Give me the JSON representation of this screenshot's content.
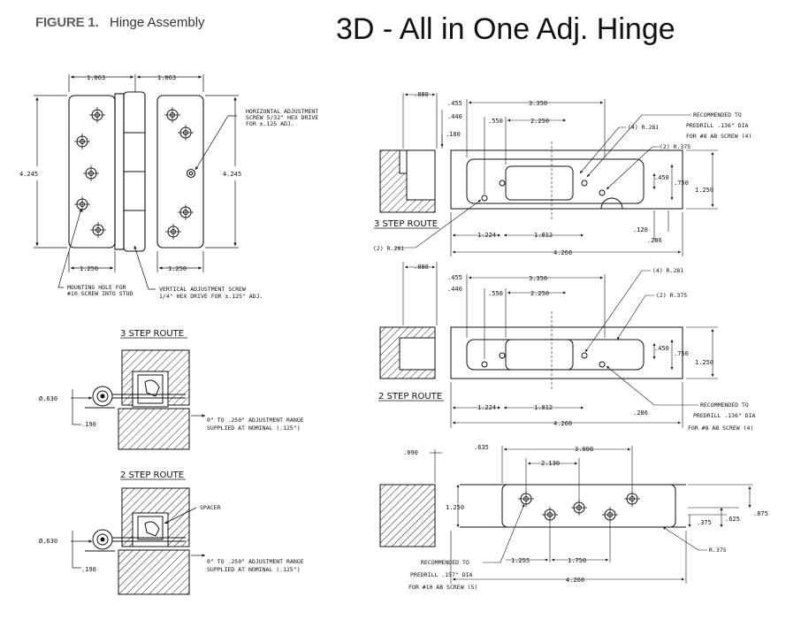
{
  "header": {
    "figure_label": "FIGURE 1.",
    "figure_title": "Hinge Assembly",
    "main_title": "3D - All in One Adj. Hinge"
  },
  "hinge": {
    "dim_leaf_width_left": "1.863",
    "dim_leaf_width_right": "1.863",
    "dim_height_left": "4.245",
    "dim_height_right": "4.245",
    "dim_bottom_left": "1.250",
    "dim_bottom_right": "1.250",
    "note_horizontal": [
      "HORIZONTAL ADJUSTMENT",
      "SCREW 5/32\" HEX DRIVE",
      "FOR ±.125 ADJ."
    ],
    "note_mounting": [
      "MOUNTING HOLE FOR",
      "#10 SCREW INTO STUD"
    ],
    "note_vertical": [
      "VERTICAL ADJUSTMENT SCREW",
      "1/4\" HEX DRIVE FOR ±.125\" ADJ."
    ]
  },
  "sections": {
    "three_step": {
      "title": "3 STEP ROUTE",
      "dia": "Ø.630",
      "offset": ".190",
      "range": [
        "0\" TO .250\" ADJUSTMENT RANGE",
        "SUPPLIED AT NOMINAL (.125\")"
      ]
    },
    "two_step": {
      "title": "2 STEP ROUTE",
      "spacer": "SPACER",
      "dia": "Ø.630",
      "offset": ".190",
      "range": [
        "0\" TO .250\" ADJUSTMENT RANGE",
        "SUPPLIED AT NOMINAL (.125\")"
      ]
    }
  },
  "routes": {
    "three_step": {
      "label": "3 STEP ROUTE",
      "d_880": ".880",
      "d_455": ".455",
      "d_440": ".440",
      "d_180": ".180",
      "d_550": ".550",
      "d_3350": "3.350",
      "d_2250": "2.250",
      "r_281": "(4) R.281",
      "r_375": "(2) R.375",
      "r_281b": "(2) R.281",
      "d_450": ".450",
      "d_750": ".750",
      "d_1250": "1.250",
      "d_1224": "1.224",
      "d_1812": "1.812",
      "d_4260": "4.260",
      "d_120": ".120",
      "d_286": ".286",
      "note": [
        "RECOMMENDED TO",
        "PREDRILL .136\" DIA",
        "FOR #8 AB SCREW (4)"
      ]
    },
    "two_step": {
      "label": "2 STEP ROUTE",
      "d_880": ".880",
      "d_455": ".455",
      "d_440": ".440",
      "d_550": ".550",
      "d_3350": "3.350",
      "d_2250": "2.250",
      "r_281": "(4) R.281",
      "r_375": "(2) R.375",
      "d_450": ".450",
      "d_750": ".750",
      "d_1250": "1.250",
      "d_1224": "1.224",
      "d_1812": "1.812",
      "d_4260": "4.260",
      "d_286": ".286",
      "note": [
        "RECOMMENDED TO",
        "PREDRILL .136\" DIA",
        "FOR #8 AB SCREW (4)"
      ]
    },
    "strike": {
      "d_090": ".090",
      "d_635": ".635",
      "d_3000": "3.000",
      "d_2130": "2.130",
      "d_1250": "1.250",
      "d_375": ".375",
      "d_625": ".625",
      "d_875": ".875",
      "r_375": "R.375",
      "d_1255": "1.255",
      "d_1750": "1.750",
      "d_4260": "4.260",
      "note": [
        "RECOMMENDED TO",
        "PREDRILL .157\" DIA",
        "FOR #10 AB SCREW (5)"
      ]
    }
  }
}
